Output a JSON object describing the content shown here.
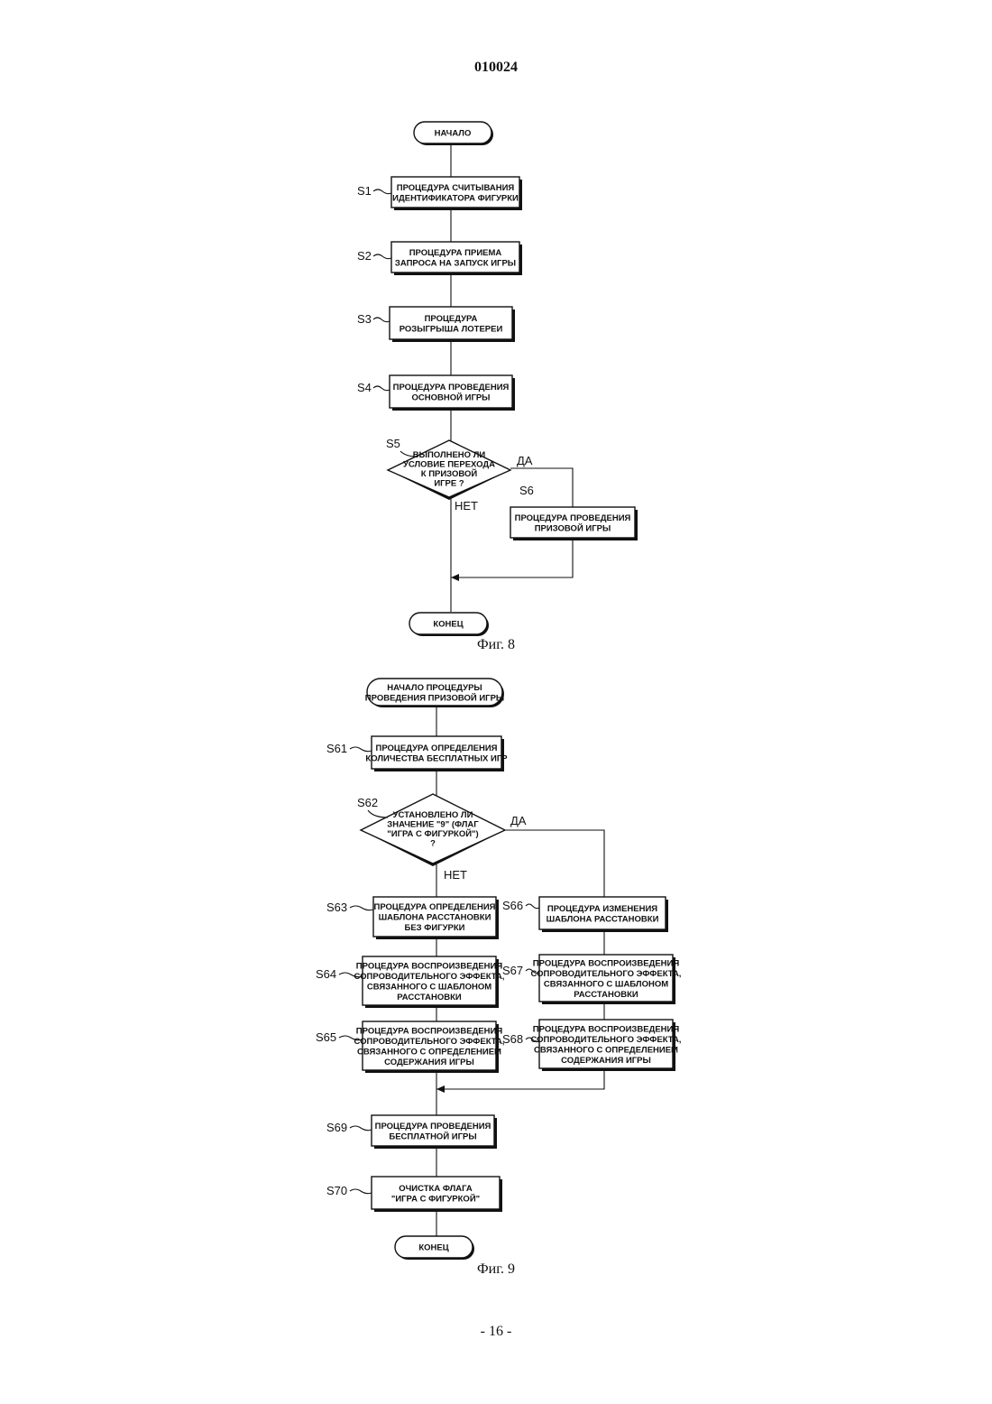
{
  "document_number": "010024",
  "page_number": "- 16 -",
  "fig8": {
    "caption": "Фиг. 8",
    "start": "НАЧАЛО",
    "end": "КОНЕЦ",
    "s1": {
      "label": "S1",
      "lines": [
        "ПРОЦЕДУРА СЧИТЫВАНИЯ",
        "ИДЕНТИФИКАТОРА ФИГУРКИ"
      ]
    },
    "s2": {
      "label": "S2",
      "lines": [
        "ПРОЦЕДУРА ПРИЕМА",
        "ЗАПРОСА НА ЗАПУСК ИГРЫ"
      ]
    },
    "s3": {
      "label": "S3",
      "lines": [
        "ПРОЦЕДУРА",
        "РОЗЫГРЫША ЛОТЕРЕИ"
      ]
    },
    "s4": {
      "label": "S4",
      "lines": [
        "ПРОЦЕДУРА ПРОВЕДЕНИЯ",
        "ОСНОВНОЙ ИГРЫ"
      ]
    },
    "s5": {
      "label": "S5",
      "lines": [
        "ВЫПОЛНЕНО ЛИ",
        "УСЛОВИЕ ПЕРЕХОДА",
        "К ПРИЗОВОЙ",
        "ИГРЕ ?"
      ],
      "yes": "ДА",
      "no": "НЕТ"
    },
    "s6": {
      "label": "S6",
      "lines": [
        "ПРОЦЕДУРА ПРОВЕДЕНИЯ",
        "ПРИЗОВОЙ ИГРЫ"
      ]
    }
  },
  "fig9": {
    "caption": "Фиг. 9",
    "start_lines": [
      "НАЧАЛО ПРОЦЕДУРЫ",
      "ПРОВЕДЕНИЯ ПРИЗОВОЙ ИГРЫ"
    ],
    "end": "КОНЕЦ",
    "s61": {
      "label": "S61",
      "lines": [
        "ПРОЦЕДУРА ОПРЕДЕЛЕНИЯ",
        "КОЛИЧЕСТВА БЕСПЛАТНЫХ ИГР"
      ]
    },
    "s62": {
      "label": "S62",
      "lines": [
        "УСТАНОВЛЕНО ЛИ",
        "ЗНАЧЕНИЕ \"9\" (ФЛАГ",
        "\"ИГРА С ФИГУРКОЙ\")",
        "?"
      ],
      "yes": "ДА",
      "no": "НЕТ"
    },
    "s63": {
      "label": "S63",
      "lines": [
        "ПРОЦЕДУРА ОПРЕДЕЛЕНИЯ",
        "ШАБЛОНА РАССТАНОВКИ",
        "БЕЗ ФИГУРКИ"
      ]
    },
    "s64": {
      "label": "S64",
      "lines": [
        "ПРОЦЕДУРА ВОСПРОИЗВЕДЕНИЯ",
        "СОПРОВОДИТЕЛЬНОГО ЭФФЕКТА,",
        "СВЯЗАННОГО С ШАБЛОНОМ",
        "РАССТАНОВКИ"
      ]
    },
    "s65": {
      "label": "S65",
      "lines": [
        "ПРОЦЕДУРА ВОСПРОИЗВЕДЕНИЯ",
        "СОПРОВОДИТЕЛЬНОГО ЭФФЕКТА,",
        "СВЯЗАННОГО С ОПРЕДЕЛЕНИЕМ",
        "СОДЕРЖАНИЯ ИГРЫ"
      ]
    },
    "s66": {
      "label": "S66",
      "lines": [
        "ПРОЦЕДУРА ИЗМЕНЕНИЯ",
        "ШАБЛОНА РАССТАНОВКИ"
      ]
    },
    "s67": {
      "label": "S67",
      "lines": [
        "ПРОЦЕДУРА ВОСПРОИЗВЕДЕНИЯ",
        "СОПРОВОДИТЕЛЬНОГО ЭФФЕКТА,",
        "СВЯЗАННОГО С ШАБЛОНОМ",
        "РАССТАНОВКИ"
      ]
    },
    "s68": {
      "label": "S68",
      "lines": [
        "ПРОЦЕДУРА ВОСПРОИЗВЕДЕНИЯ",
        "СОПРОВОДИТЕЛЬНОГО ЭФФЕКТА,",
        "СВЯЗАННОГО С ОПРЕДЕЛЕНИЕМ",
        "СОДЕРЖАНИЯ ИГРЫ"
      ]
    },
    "s69": {
      "label": "S69",
      "lines": [
        "ПРОЦЕДУРА ПРОВЕДЕНИЯ",
        "БЕСПЛАТНОЙ ИГРЫ"
      ]
    },
    "s70": {
      "label": "S70",
      "lines": [
        "ОЧИСТКА ФЛАГА",
        "\"ИГРА С ФИГУРКОЙ\""
      ]
    }
  }
}
